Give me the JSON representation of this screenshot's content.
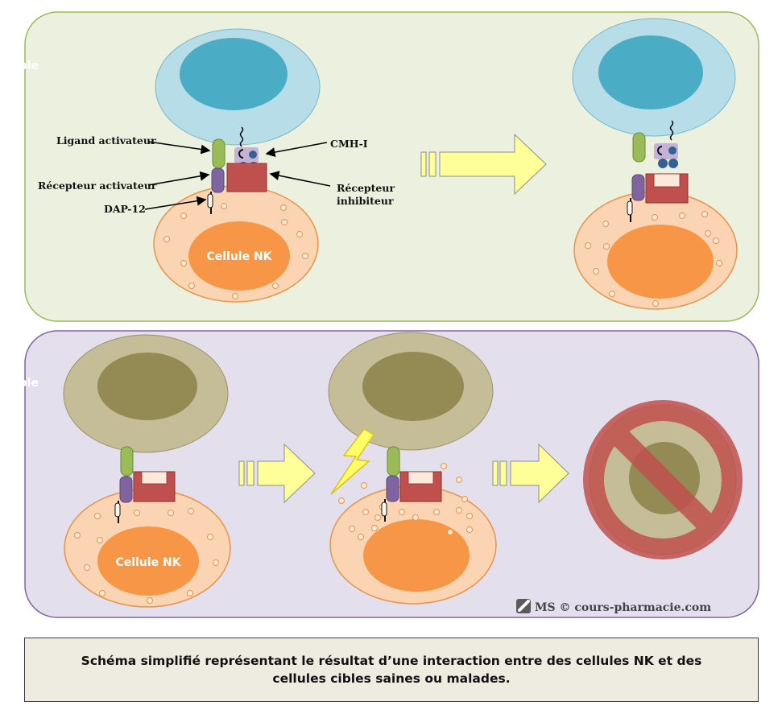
{
  "labels": {
    "healthy_target_cell": "Cellule cible saine",
    "diseased_target_cell": "Cellule cible malade",
    "nk_cell": "Cellule NK",
    "activating_ligand": "Ligand activateur",
    "activating_receptor": "Récepteur activateur",
    "dap12": "DAP-12",
    "mhc1": "CMH-I",
    "inhibitory_receptor": "Récepteur inhibiteur"
  },
  "watermark": "MS © cours-pharmacie.com",
  "caption": "Schéma simplifié représentant le résultat d’une interaction entre des cellules NK et des cellules cibles saines ou malades.",
  "colors": {
    "panel_top_bg": "#ebf1de",
    "panel_top_border": "#9bbb59",
    "panel_bottom_bg": "#e4dfec",
    "panel_bottom_border": "#8064a2",
    "healthy_cell_outer": "#b7dee8",
    "healthy_cell_nucleus": "#4bacc6",
    "diseased_cell_outer": "#c4bd97",
    "diseased_cell_nucleus": "#948a54",
    "nk_cytoplasm": "#fbd4b4",
    "nk_nucleus": "#f79646",
    "arrow_fill": "#ffff99",
    "prohibited_sign": "#c0504d"
  }
}
